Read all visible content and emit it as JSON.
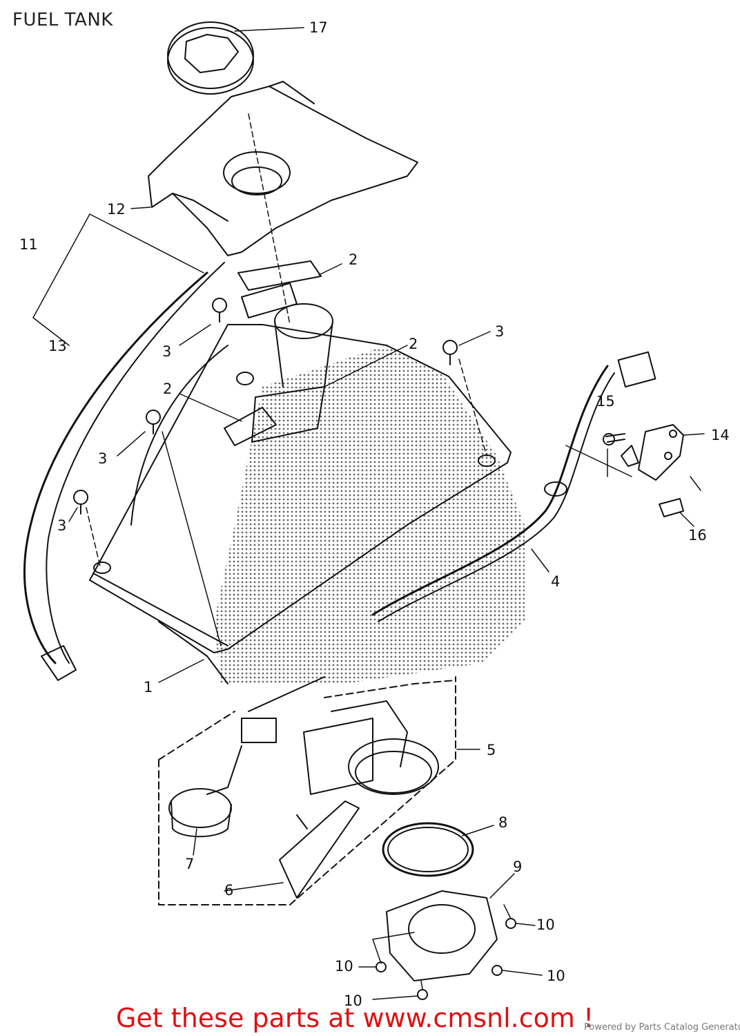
{
  "header": {
    "title": "FUEL TANK"
  },
  "callouts": [
    {
      "id": "c1",
      "text": "1"
    },
    {
      "id": "c2a",
      "text": "2"
    },
    {
      "id": "c2b",
      "text": "2"
    },
    {
      "id": "c2c",
      "text": "2"
    },
    {
      "id": "c3a",
      "text": "3"
    },
    {
      "id": "c3b",
      "text": "3"
    },
    {
      "id": "c3c",
      "text": "3"
    },
    {
      "id": "c3d",
      "text": "3"
    },
    {
      "id": "c4",
      "text": "4"
    },
    {
      "id": "c5",
      "text": "5"
    },
    {
      "id": "c6",
      "text": "6"
    },
    {
      "id": "c7",
      "text": "7"
    },
    {
      "id": "c8",
      "text": "8"
    },
    {
      "id": "c9",
      "text": "9"
    },
    {
      "id": "c10a",
      "text": "10"
    },
    {
      "id": "c10b",
      "text": "10"
    },
    {
      "id": "c10c",
      "text": "10"
    },
    {
      "id": "c10d",
      "text": "10"
    },
    {
      "id": "c11",
      "text": "11"
    },
    {
      "id": "c12",
      "text": "12"
    },
    {
      "id": "c13",
      "text": "13"
    },
    {
      "id": "c14",
      "text": "14"
    },
    {
      "id": "c15",
      "text": "15"
    },
    {
      "id": "c16",
      "text": "16"
    },
    {
      "id": "c17",
      "text": "17"
    }
  ],
  "footer": {
    "cta": "Get these parts at www.cmsnl.com !",
    "powered": "Powered by Parts Catalog Generator"
  },
  "colors": {
    "line": "#111111",
    "halftone": "#555555",
    "cta": "#e01010"
  }
}
